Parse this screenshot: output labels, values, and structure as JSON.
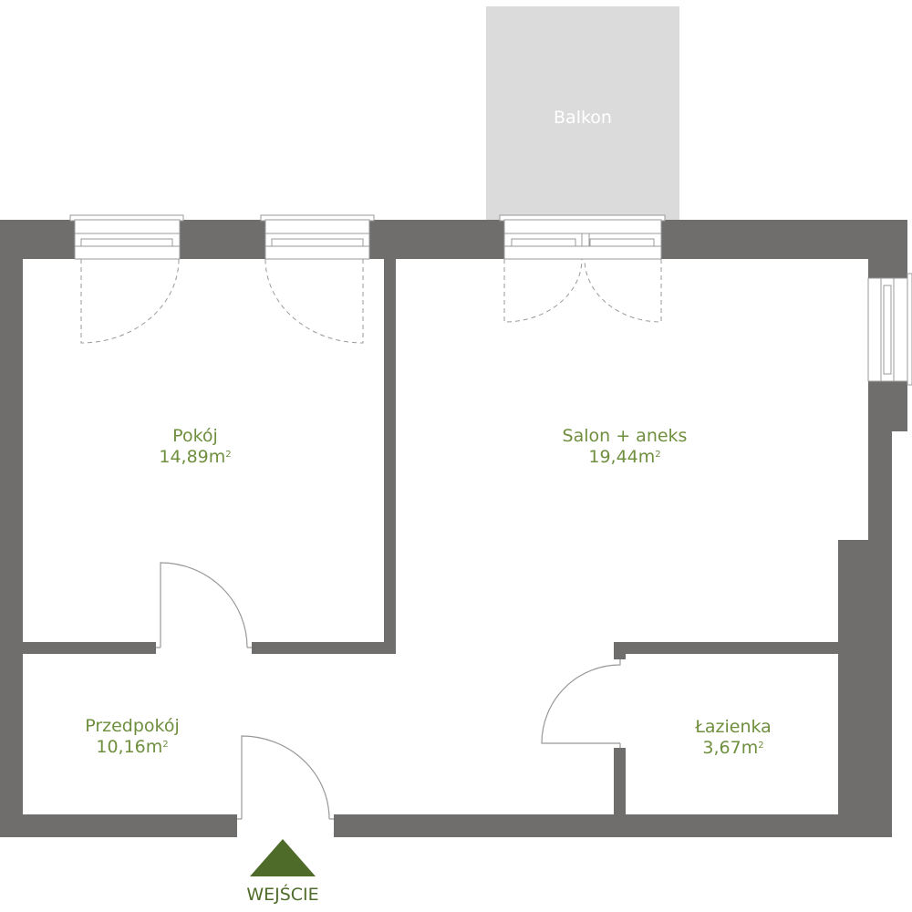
{
  "balcony": {
    "label": "Balkon"
  },
  "rooms": [
    {
      "name": "Pokój",
      "area": "14,89m",
      "unit_sup": "2"
    },
    {
      "name": "Salon + aneks",
      "area": "19,44m",
      "unit_sup": "2"
    },
    {
      "name": "Przedpokój",
      "area": "10,16m",
      "unit_sup": "2"
    },
    {
      "name": "Łazienka",
      "area": "3,67m",
      "unit_sup": "2"
    }
  ],
  "entrance": {
    "label": "WEJŚCIE"
  },
  "colors": {
    "wall": "#6f6e6c",
    "balcony": "#dadbda",
    "label": "#6f8f3e",
    "entrance_marker": "#4f6b2a"
  }
}
